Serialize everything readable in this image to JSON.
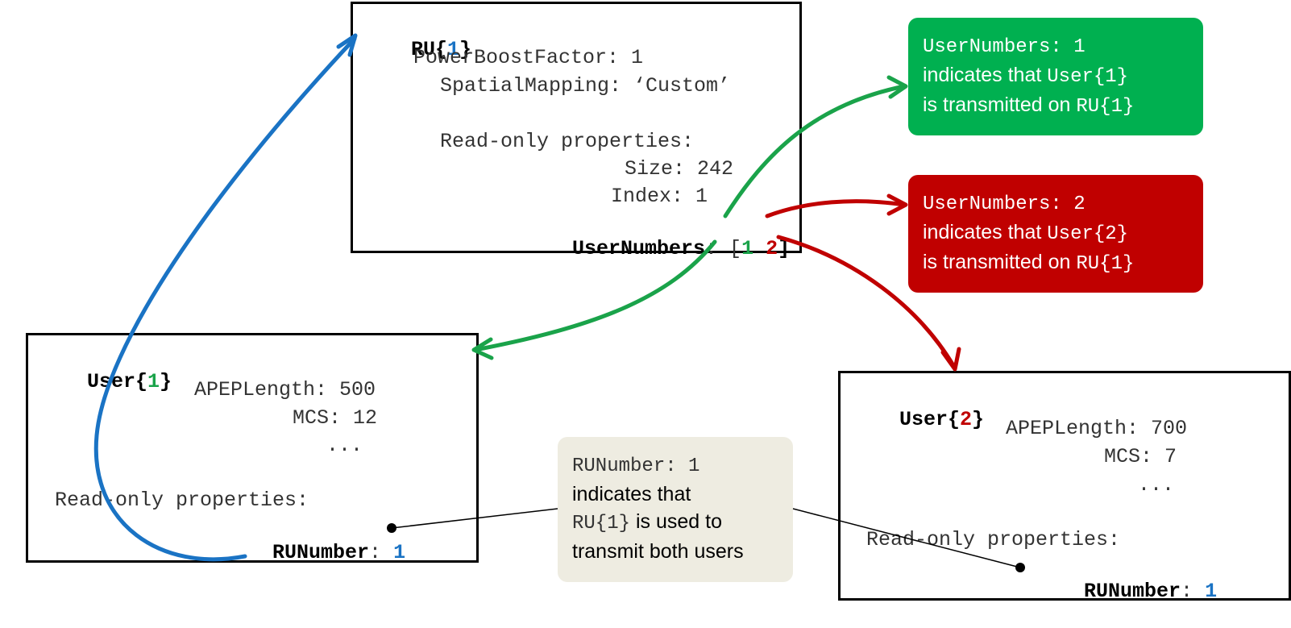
{
  "ru_box": {
    "title_prefix": "RU{",
    "title_index": "1",
    "title_suffix": "}",
    "power_boost": "PowerBoostFactor: 1",
    "spatial_mapping": "SpatialMapping: ‘Custom’",
    "readonly_header": "Read-only properties:",
    "size": "Size: 242",
    "index": "Index: 1",
    "usernumbers_label": "UserNumbers",
    "usernumbers_colon": ": [",
    "usernumbers_val1": "1",
    "usernumbers_val2": "2",
    "usernumbers_close": "]"
  },
  "user1_box": {
    "title_prefix": "User{",
    "title_index": "1",
    "title_suffix": "}",
    "apep": "APEPLength: 500",
    "mcs": "MCS: 12",
    "ellipsis": "...",
    "readonly_header": "Read-only properties:",
    "runumber_label": "RUNumber",
    "runumber_colon": ": ",
    "runumber_value": "1"
  },
  "user2_box": {
    "title_prefix": "User{",
    "title_index": "2",
    "title_suffix": "}",
    "apep": "APEPLength: 700",
    "mcs": "MCS: 7",
    "ellipsis": "...",
    "readonly_header": "Read-only properties:",
    "runumber_label": "RUNumber",
    "runumber_colon": ": ",
    "runumber_value": "1"
  },
  "green_callout": {
    "line1": "UserNumbers: 1",
    "line2_text": "indicates that ",
    "line2_code": "User{1}",
    "line3_text": "is transmitted on ",
    "line3_code": "RU{1}"
  },
  "red_callout": {
    "line1": "UserNumbers: 2",
    "line2_text": "indicates that ",
    "line2_code": "User{2}",
    "line3_text": "is transmitted on  ",
    "line3_code": "RU{1}"
  },
  "beige_callout": {
    "line1": "RUNumber: 1",
    "line2": "indicates that",
    "line3_code": "RU{1}",
    "line3_text": " is used to",
    "line4": "transmit both users"
  },
  "colors": {
    "blue": "#1a73c4",
    "green": "#1aa34a",
    "red": "#c00000",
    "green_callout_bg": "#00b050",
    "red_callout_bg": "#c00000",
    "beige_callout_bg": "#eeece1"
  }
}
